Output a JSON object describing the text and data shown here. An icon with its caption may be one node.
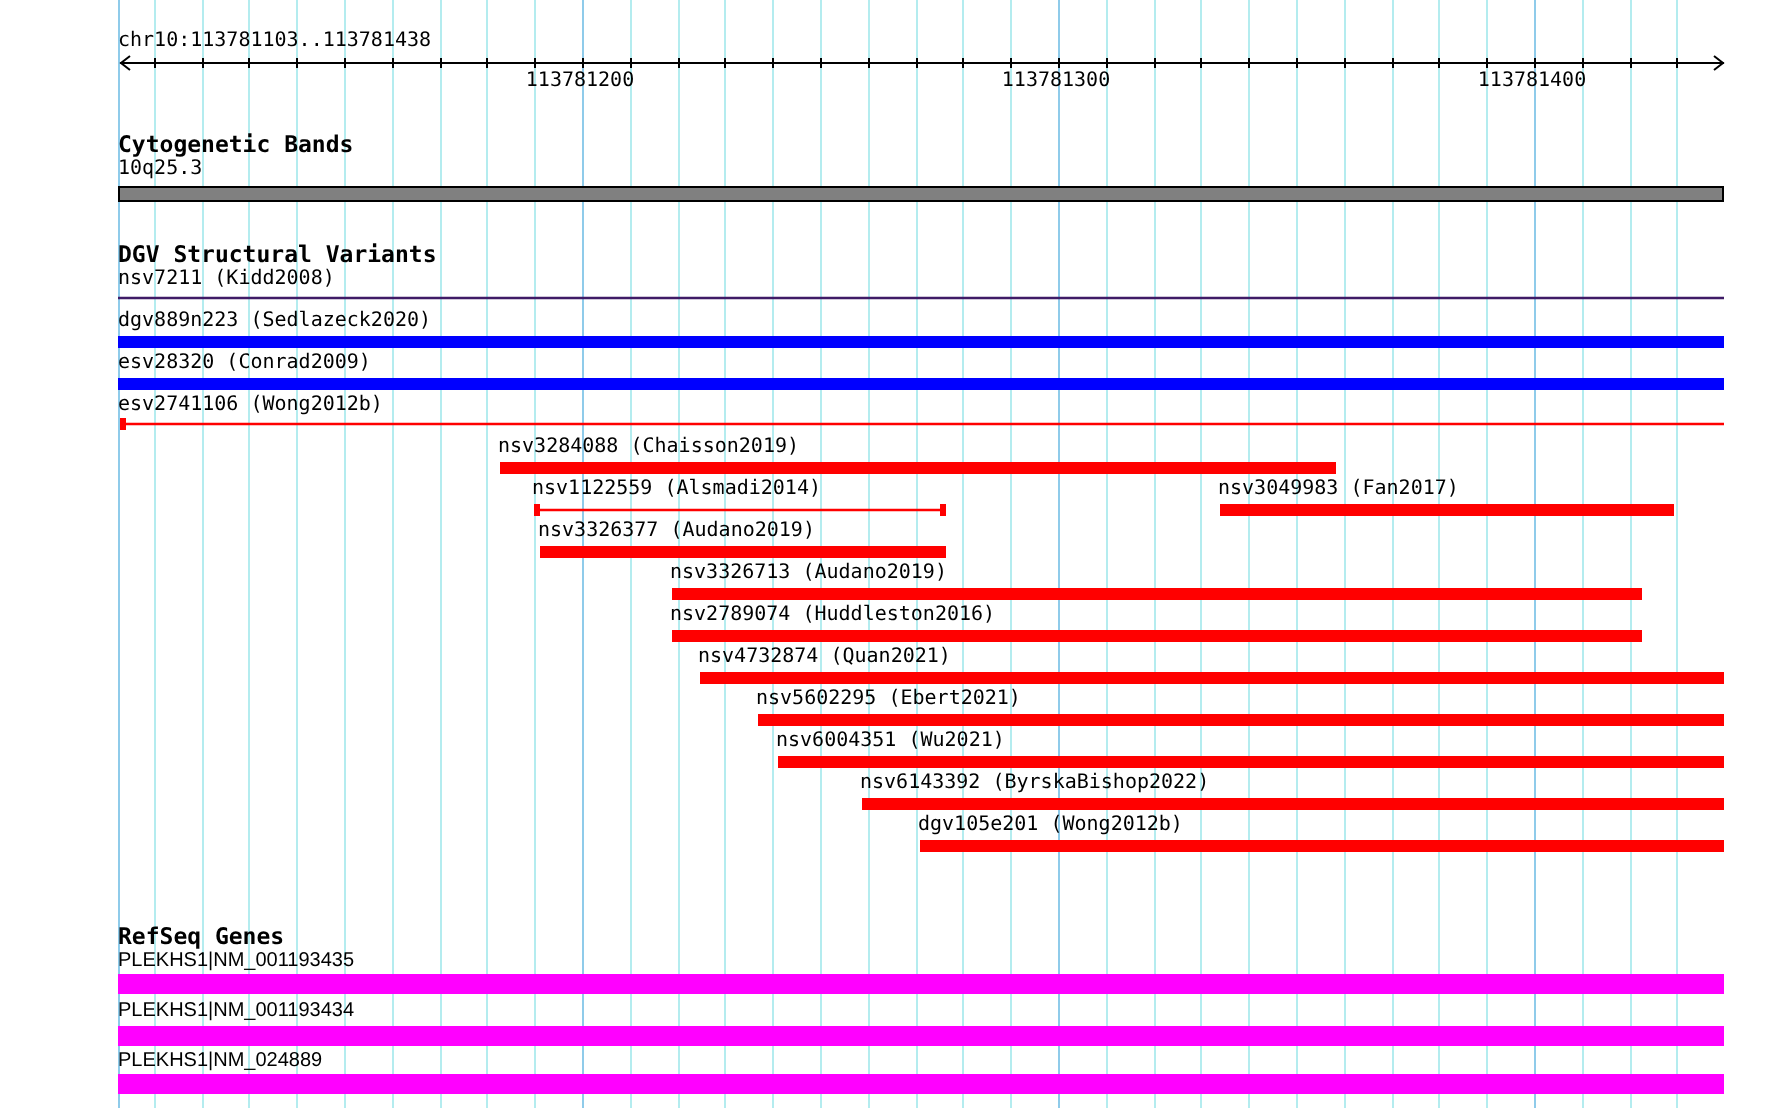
{
  "diagram": {
    "nodes": [
      {
        "text": [
          "10q25.3"
        ]
      },
      {
        "text": [
          "nsv7211 (Kidd2008)"
        ]
      },
      {
        "text": [
          "dgv889n223 (Sedlazeck2020)"
        ]
      },
      {
        "text": [
          "esv28320 (Conrad2009)"
        ]
      },
      {
        "text": [
          "esv2741106 (Wong2012b)"
        ]
      },
      {
        "text": [
          "nsv3284088 (Chaisson2019)"
        ]
      },
      {
        "text": [
          "nsv1122559 (Alsmadi2014)"
        ]
      },
      {
        "text": [
          "nsv3049983 (Fan2017)"
        ]
      },
      {
        "text": [
          "nsv3326377 (Audano2019)"
        ]
      },
      {
        "text": [
          "nsv3326713 (Audano2019)"
        ]
      },
      {
        "text": [
          "nsv2789074 (Huddleston2016)"
        ]
      },
      {
        "text": [
          "nsv4732874 (Quan2021)"
        ]
      },
      {
        "text": [
          "nsv5602295 (Ebert2021)"
        ]
      },
      {
        "text": [
          "nsv6004351 (Wu2021)"
        ]
      },
      {
        "text": [
          "nsv6143392 (ByrskaBishop2022)"
        ]
      },
      {
        "text": [
          "dgv105e201 (Wong2012b)"
        ]
      },
      {
        "text": [
          "PLEKHS1|NM_001193435"
        ]
      },
      {
        "text": [
          "PLEKHS1|NM_001193434"
        ]
      },
      {
        "text": [
          "PLEKHS1|NM_024889"
        ]
      }
    ],
    "labels": [
      "chr10:113781103..113781438",
      "113781200",
      "113781300",
      "113781400",
      "Cytogenetic Bands",
      "DGV Structural Variants",
      "RefSeq Genes"
    ]
  }
}
